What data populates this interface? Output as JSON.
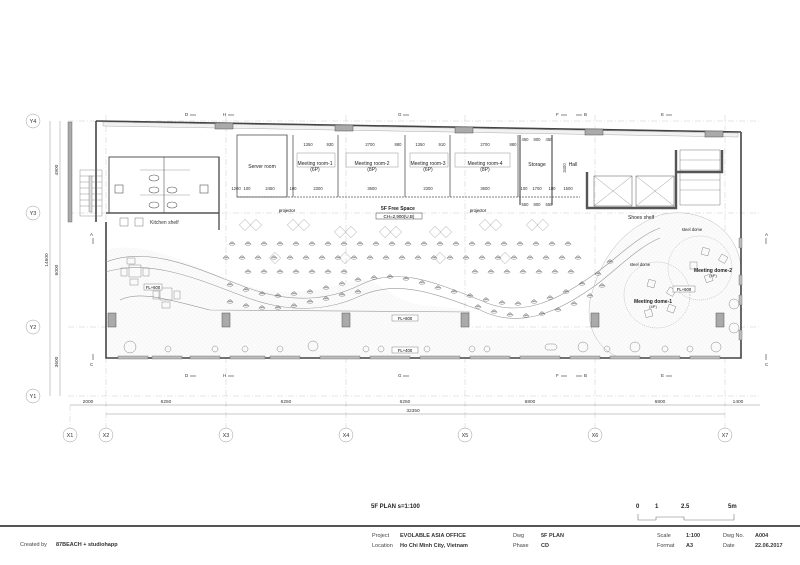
{
  "drawing": {
    "plan_title": "5F PLAN  s=1:100",
    "scale_bar": {
      "ticks": [
        "0",
        "1",
        "2.5",
        "5m"
      ]
    },
    "grid_x": [
      "X1",
      "X2",
      "X3",
      "X4",
      "X5",
      "X6",
      "X7"
    ],
    "grid_y": [
      "Y4",
      "Y3",
      "Y2",
      "Y1"
    ],
    "dims_x": [
      "2000",
      "6250",
      "6250",
      "6250",
      "6800",
      "6800",
      "1400"
    ],
    "dim_total_x": "32350",
    "dims_y": [
      "4900",
      "14600",
      "6000",
      "3600"
    ],
    "section_marks_top": [
      "D",
      "H",
      "G",
      "F",
      "B",
      "E"
    ],
    "section_marks_bottom": [
      "D",
      "H",
      "G",
      "F",
      "B",
      "E"
    ],
    "section_marks_side": [
      "A",
      "C"
    ],
    "rooms": {
      "server": "Server room",
      "mr1": "Meeting room-1",
      "mr1_cap": "(6P)",
      "mr2": "Meeting room-2",
      "mr2_cap": "(8P)",
      "mr3": "Meeting room-3",
      "mr3_cap": "(6P)",
      "mr4": "Meeting room-4",
      "mr4_cap": "(8P)",
      "storage": "Storage",
      "hall": "Hall",
      "kitchen": "Kitchen shelf",
      "shoes": "Shoes shelf",
      "free_space": "5F Free Space",
      "ceiling": "CH=2,900(U.B)",
      "dome1": "Meeting dome-1",
      "dome1_cap": "(4P)",
      "dome2": "Meeting dome-2",
      "dome2_cap": "(4P)",
      "steel_dome": "steel dome",
      "projector": "projector"
    },
    "level_tags": [
      "FL+600",
      "FL+600",
      "FL+400",
      "FL+600"
    ],
    "room_dims_top": [
      "1350",
      "930",
      "2700",
      "880",
      "1350",
      "910",
      "2700",
      "880",
      "450",
      "800",
      "450"
    ],
    "room_dims_mid": [
      "1200",
      "100",
      "2450",
      "100",
      "2300",
      "3600",
      "2300",
      "3600",
      "100",
      "1700",
      "100",
      "1500"
    ],
    "room_dims_bot": [
      "550",
      "800",
      "550"
    ],
    "room_dims_vert": [
      "800",
      "800",
      "800",
      "800",
      "3400"
    ]
  },
  "title_block": {
    "created_by_label": "Created by",
    "created_by": "87BEACH + studiohapp",
    "project_label": "Project",
    "project": "EVOLABLE ASIA OFFICE",
    "location_label": "Location",
    "location": "Ho Chi Minh City, Vietnam",
    "dwg_label": "Dwg",
    "dwg": "5F PLAN",
    "phase_label": "Phase",
    "phase": "CD",
    "scale_label": "Scale",
    "scale": "1:100",
    "format_label": "Format",
    "format": "A3",
    "dwgno_label": "Dwg No.",
    "dwgno": "A004",
    "date_label": "Date",
    "date": "22.06.2017"
  }
}
